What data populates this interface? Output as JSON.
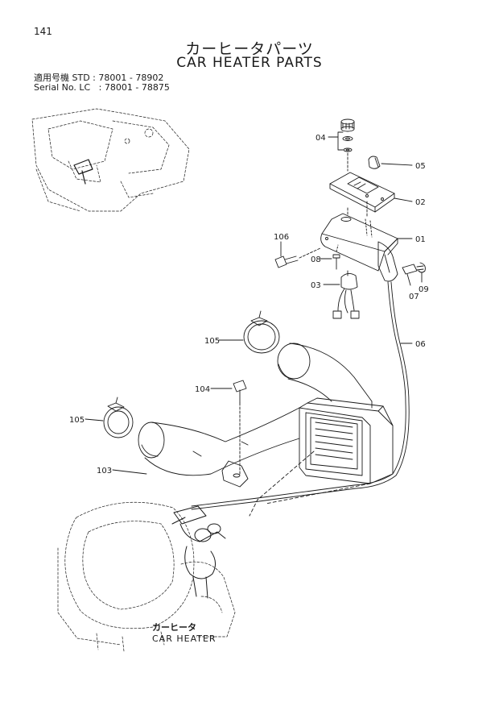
{
  "header": {
    "page_number": "141",
    "title_jp": "カーヒータパーツ",
    "title_en": "CAR HEATER PARTS",
    "model_line_1": "適用号機 STD : 78001 - 78902",
    "model_line_2": "Serial No. LC   : 78001 - 78875"
  },
  "callouts": {
    "p01": "01",
    "p02": "02",
    "p03": "03",
    "p04": "04",
    "p05": "05",
    "p06": "06",
    "p07": "07",
    "p08": "08",
    "p09": "09",
    "p103": "103",
    "p104": "104",
    "p105a": "105",
    "p105b": "105",
    "p106": "106"
  },
  "caption": {
    "jp": "カーヒータ",
    "en": "CAR HEATER"
  },
  "colors": {
    "ink": "#1a1a1a",
    "paper": "#ffffff"
  }
}
